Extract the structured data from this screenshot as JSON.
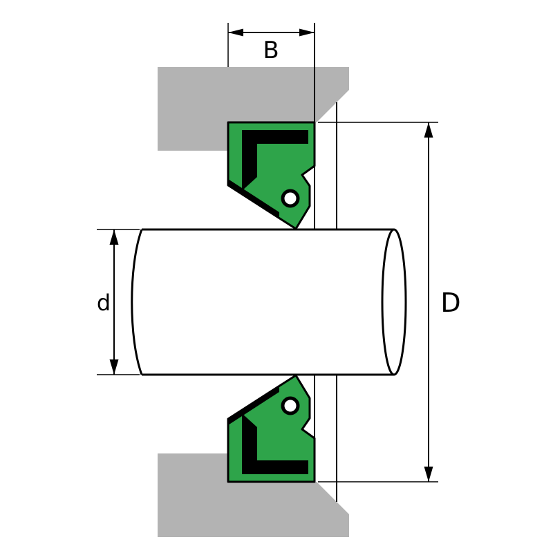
{
  "diagram": {
    "title": "radial-shaft-seal-cross-section",
    "labels": {
      "seal_width": "B",
      "shaft_diameter": "d",
      "bore_diameter": "D"
    },
    "colors": {
      "housing_gray": "#b3b3b3",
      "seal_green": "#2ea44a",
      "insert_black": "#000000",
      "line_black": "#000000",
      "background_white": "#ffffff"
    }
  }
}
